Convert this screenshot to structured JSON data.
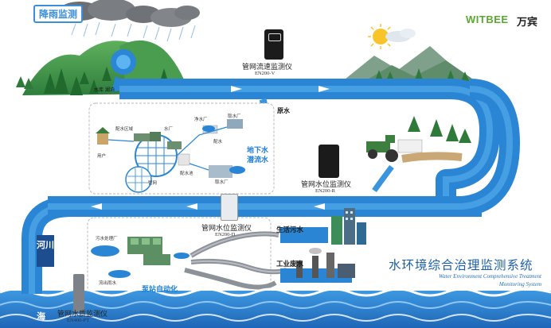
{
  "title_badge": "降雨监测",
  "brand": {
    "en": "WITBEE",
    "cn": "万宾",
    "en_color": "#5aa832"
  },
  "system_title": {
    "cn": "水环境综合治理监测系统",
    "en_line1": "Water Environment Comprehensive Treatment",
    "en_line2": "Monitoring System"
  },
  "side_labels": {
    "river": "河川",
    "sea": "海"
  },
  "devices": {
    "flow_meter": {
      "name": "管网流速监测仪",
      "model": "EN200-V"
    },
    "level_meter_r": {
      "name": "管网水位监测仪",
      "model": "EN200-R"
    },
    "level_meter_d": {
      "name": "管网水位监测仪",
      "model": "EN200-D"
    },
    "quality_meter": {
      "name": "管网水质监测仪",
      "model": "EN400-PT"
    }
  },
  "scene_labels": {
    "reservoir": "水库 湖泊",
    "raw_water": "原水",
    "groundwater_1": "地下水",
    "groundwater_2": "潜流水",
    "domestic_sewage": "生活污水",
    "industrial_wastewater": "工业废水",
    "pump_automation": "泵站自动化"
  },
  "network_labels": {
    "supply_area": "配水区域",
    "water_plant": "水厂",
    "clean_water": "净水厂",
    "intake": "取水厂",
    "distribution": "配水",
    "users": "用户",
    "pipe_network": "管网",
    "reservoir_pool": "配水池",
    "intake_2": "取水厂",
    "sewage_plant": "污水处理厂",
    "treated_outflow": "流出雨水"
  },
  "colors": {
    "river": "#2b8ad6",
    "river_light": "#5fb4ee",
    "sea": "#2a7fd0",
    "mountain": "#3f9a4c",
    "title_blue": "#1c5fa8"
  }
}
